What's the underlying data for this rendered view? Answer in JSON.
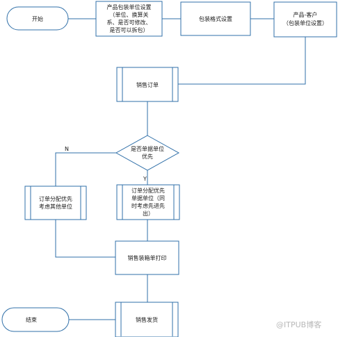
{
  "diagram": {
    "colors": {
      "stroke": "#2f6fa8",
      "fill": "#ffffff",
      "text": "#1a1a1a",
      "watermark": "#b8b8b8"
    },
    "nodes": {
      "start": {
        "lines": [
          "开始"
        ]
      },
      "product_pack_setup": {
        "lines": [
          "产品包装单位设置",
          "（单位、换算关",
          "系、是否可修改、",
          "是否可以拆包）"
        ]
      },
      "pack_format_setup": {
        "lines": [
          "包装格式设置"
        ]
      },
      "product_customer": {
        "lines": [
          "产品-客户",
          "（包装单位设置）"
        ]
      },
      "sales_order": {
        "lines": [
          "销售订单"
        ]
      },
      "decision_single_unit": {
        "lines": [
          "是否单据单位",
          "优先"
        ]
      },
      "alloc_other_units": {
        "lines": [
          "订单分配优先",
          "考虑其他单位"
        ]
      },
      "alloc_doc_unit": {
        "lines": [
          "订单分配优先",
          "单据单位（同",
          "时考虑先进先",
          "出）"
        ]
      },
      "print_pack_list": {
        "lines": [
          "销售装箱单打印"
        ]
      },
      "sales_shipping": {
        "lines": [
          "销售发货"
        ]
      },
      "end": {
        "lines": [
          "结束"
        ]
      }
    },
    "edge_labels": {
      "no": "N",
      "yes": "Y"
    },
    "watermark": "@ITPUB博客"
  }
}
